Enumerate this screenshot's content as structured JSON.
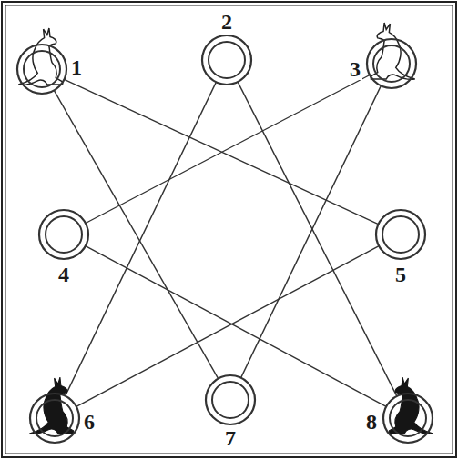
{
  "diagram": {
    "nodes": [
      {
        "text": [
          "1"
        ]
      },
      {
        "text": [
          "2"
        ]
      },
      {
        "text": [
          "3"
        ]
      },
      {
        "text": [
          "4"
        ]
      },
      {
        "text": [
          "5"
        ]
      },
      {
        "text": [
          "6"
        ]
      },
      {
        "text": [
          "7"
        ]
      },
      {
        "text": [
          "8"
        ]
      }
    ],
    "edges": [
      {
        "from": 0,
        "to": 4,
        "arrow": "none"
      },
      {
        "from": 0,
        "to": 6,
        "arrow": "none"
      },
      {
        "from": 1,
        "to": 5,
        "arrow": "none"
      },
      {
        "from": 1,
        "to": 7,
        "arrow": "none"
      },
      {
        "from": 2,
        "to": 3,
        "arrow": "none"
      },
      {
        "from": 2,
        "to": 6,
        "arrow": "none"
      },
      {
        "from": 3,
        "to": 7,
        "arrow": "none"
      },
      {
        "from": 4,
        "to": 5,
        "arrow": "none"
      }
    ]
  }
}
